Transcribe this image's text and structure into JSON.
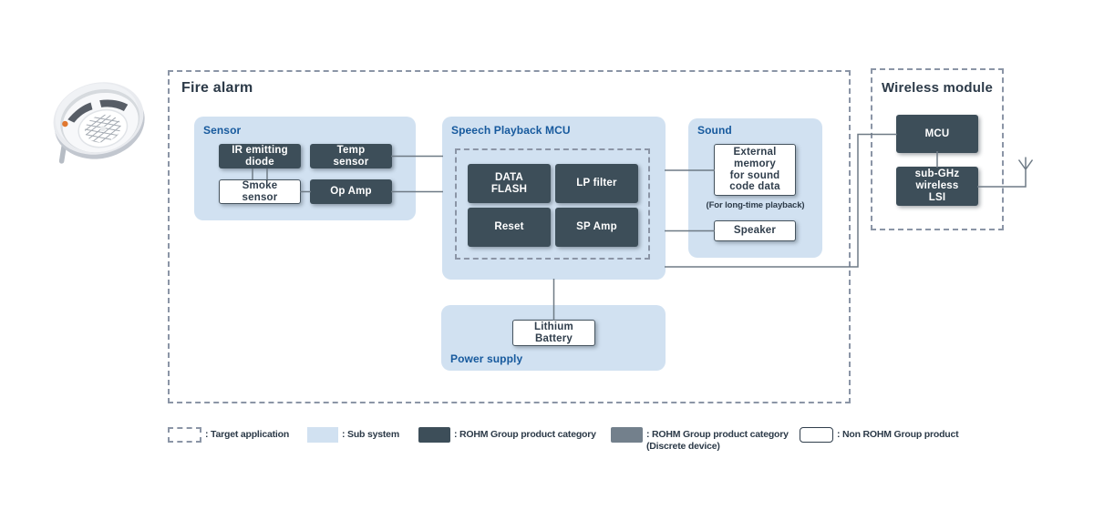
{
  "colors": {
    "subsystem": "#d1e1f1",
    "rohm_product": "#3d4e59",
    "rohm_discrete": "#73808c",
    "group_label": "#16599d",
    "title": "#2c3a48",
    "connector": "#6e7a85",
    "dashed": "#8b95a6"
  },
  "fire_alarm": {
    "title": "Fire alarm",
    "sensor": {
      "label": "Sensor",
      "ir_diode": "IR emitting\ndiode",
      "temp_sensor": "Temp\nsensor",
      "smoke_sensor": "Smoke\nsensor",
      "op_amp": "Op Amp"
    },
    "speech_mcu": {
      "label": "Speech Playback MCU",
      "data_flash": "DATA\nFLASH",
      "lp_filter": "LP filter",
      "reset": "Reset",
      "sp_amp": "SP Amp"
    },
    "sound": {
      "label": "Sound",
      "external_memory": "External\nmemory\nfor sound\ncode data",
      "note": "(For long-time playback)",
      "speaker": "Speaker"
    },
    "power_supply": {
      "label": "Power supply",
      "lithium_battery": "Lithium\nBattery"
    }
  },
  "wireless_module": {
    "title": "Wireless module",
    "mcu": "MCU",
    "sub_ghz_lsi": "sub-GHz\nwireless\nLSI"
  },
  "legend": {
    "target_application": ": Target application",
    "sub_system": ": Sub system",
    "rohm_category": ": ROHM Group product category",
    "rohm_category_discrete": ": ROHM Group product category",
    "rohm_category_discrete_note": "(Discrete device)",
    "non_rohm": ": Non ROHM Group product"
  }
}
